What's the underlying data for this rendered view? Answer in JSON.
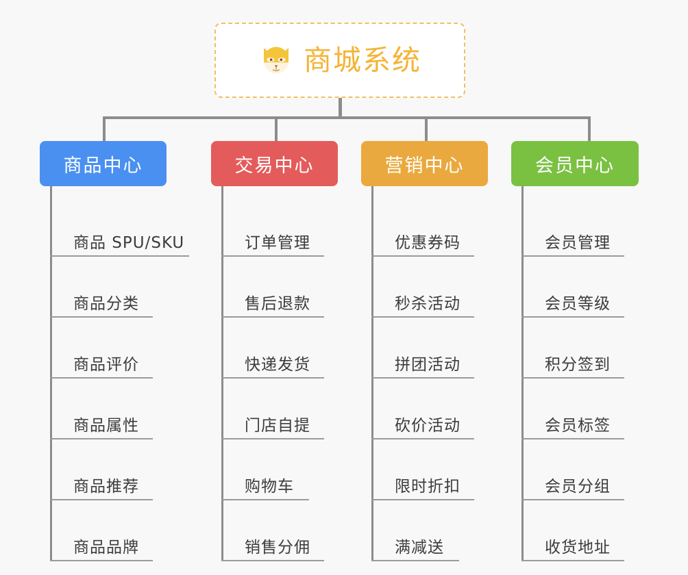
{
  "background_color": "#f8f8f8",
  "root": {
    "title": "商城系统",
    "icon": "dog-face-emoji",
    "text_color": "#f5b335",
    "border_color": "#f0c060",
    "fill_color": "#ffffff"
  },
  "connector_color": "#8c8c8c",
  "columns": [
    {
      "id": "product-center",
      "title": "商品中心",
      "color": "#4a90f0",
      "items": [
        "商品 SPU/SKU",
        "商品分类",
        "商品评价",
        "商品属性",
        "商品推荐",
        "商品品牌"
      ]
    },
    {
      "id": "trade-center",
      "title": "交易中心",
      "color": "#e45b5b",
      "items": [
        "订单管理",
        "售后退款",
        "快递发货",
        "门店自提",
        "购物车",
        "销售分佣"
      ]
    },
    {
      "id": "marketing-center",
      "title": "营销中心",
      "color": "#eaa93e",
      "items": [
        "优惠券码",
        "秒杀活动",
        "拼团活动",
        "砍价活动",
        "限时折扣",
        "满减送"
      ]
    },
    {
      "id": "member-center",
      "title": "会员中心",
      "color": "#7ac142",
      "items": [
        "会员管理",
        "会员等级",
        "积分签到",
        "会员标签",
        "会员分组",
        "收货地址"
      ]
    }
  ]
}
